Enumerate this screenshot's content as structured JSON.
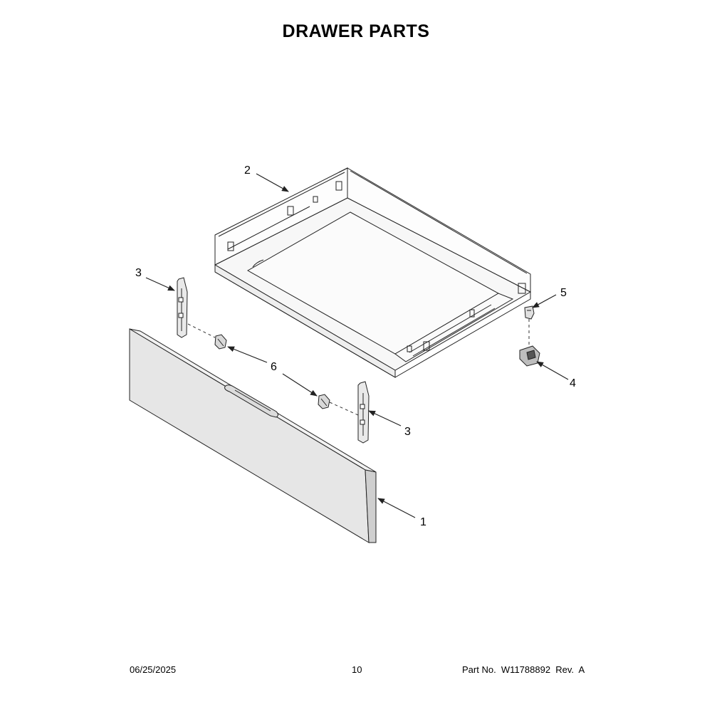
{
  "title": "DRAWER  PARTS",
  "callouts": {
    "c1": "1",
    "c2": "2",
    "c3a": "3",
    "c3b": "3",
    "c4": "4",
    "c5": "5",
    "c6": "6"
  },
  "footer": {
    "date": "06/25/2025",
    "page": "10",
    "part": "Part No.  W11788892  Rev.  A"
  },
  "colors": {
    "line": "#222222",
    "panel_fill": "#e6e6e6",
    "panel_side": "#cfcfcf",
    "drawer_floor": "#f2f2f2"
  }
}
